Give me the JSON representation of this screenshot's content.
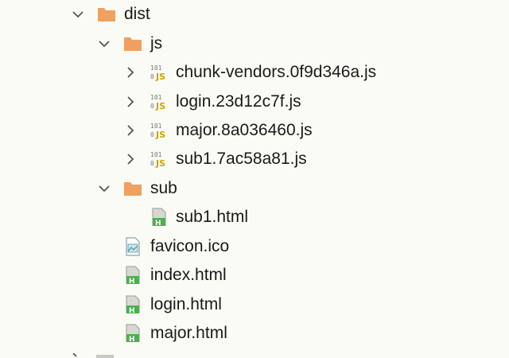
{
  "icon_colors": {
    "folder": "#f0a060",
    "js_text": "#c8a600",
    "html_green": "#4caf50",
    "chevron": "#555555"
  },
  "tree": {
    "dist": {
      "label": "dist",
      "icon": "folder-icon",
      "expanded": true
    },
    "js": {
      "label": "js",
      "icon": "folder-icon",
      "expanded": true
    },
    "js_files": [
      {
        "label": "chunk-vendors.0f9d346a.js",
        "icon": "js-file-icon"
      },
      {
        "label": "login.23d12c7f.js",
        "icon": "js-file-icon"
      },
      {
        "label": "major.8a036460.js",
        "icon": "js-file-icon"
      },
      {
        "label": "sub1.7ac58a81.js",
        "icon": "js-file-icon"
      }
    ],
    "sub": {
      "label": "sub",
      "icon": "folder-icon",
      "expanded": true
    },
    "sub_files": [
      {
        "label": "sub1.html",
        "icon": "html-file-icon"
      }
    ],
    "dist_files": [
      {
        "label": "favicon.ico",
        "icon": "image-file-icon"
      },
      {
        "label": "index.html",
        "icon": "html-file-icon"
      },
      {
        "label": "login.html",
        "icon": "html-file-icon"
      },
      {
        "label": "major.html",
        "icon": "html-file-icon"
      }
    ]
  }
}
